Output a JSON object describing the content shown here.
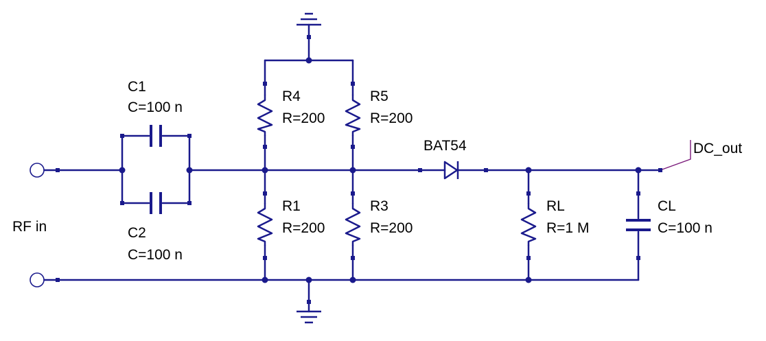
{
  "schematic": {
    "colors": {
      "wire": "#1a1a8c",
      "label_line": "#7a1a7a",
      "text": "#000000",
      "background": "#ffffff"
    },
    "ports": {
      "input": "RF in",
      "output": "DC_out"
    },
    "components": {
      "c1": {
        "name": "C1",
        "value": "C=100 n"
      },
      "c2": {
        "name": "C2",
        "value": "C=100 n"
      },
      "r4": {
        "name": "R4",
        "value": "R=200"
      },
      "r5": {
        "name": "R5",
        "value": "R=200"
      },
      "r1": {
        "name": "R1",
        "value": "R=200"
      },
      "r3": {
        "name": "R3",
        "value": "R=200"
      },
      "d1": {
        "name": "BAT54"
      },
      "rl": {
        "name": "RL",
        "value": "R=1 M"
      },
      "cl": {
        "name": "CL",
        "value": "C=100 n"
      }
    }
  }
}
